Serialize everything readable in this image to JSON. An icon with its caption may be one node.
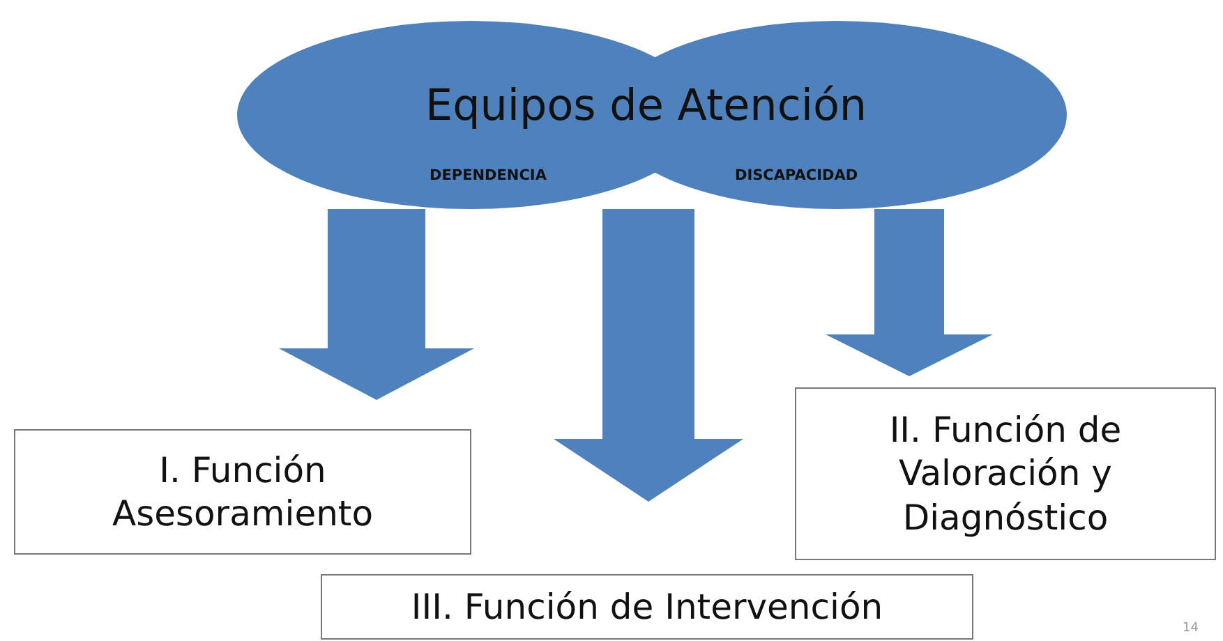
{
  "diagram": {
    "title": "Equipos de Atención",
    "nodes": [
      {
        "text": [
          "DEPENDENCIA"
        ]
      },
      {
        "text": [
          "DISCAPACIDAD"
        ]
      },
      {
        "text": [
          "I. Función Asesoramiento"
        ]
      },
      {
        "text": [
          "II. Función de Valoración y Diagnóstico"
        ]
      },
      {
        "text": [
          "III. Función de Intervención"
        ]
      }
    ],
    "edges": [
      {
        "from": 0,
        "to": 2,
        "arrow": "to"
      },
      {
        "from": 0,
        "to": 4,
        "arrow": "to"
      },
      {
        "from": 1,
        "to": 3,
        "arrow": "to"
      }
    ],
    "labels": [
      "14"
    ]
  }
}
